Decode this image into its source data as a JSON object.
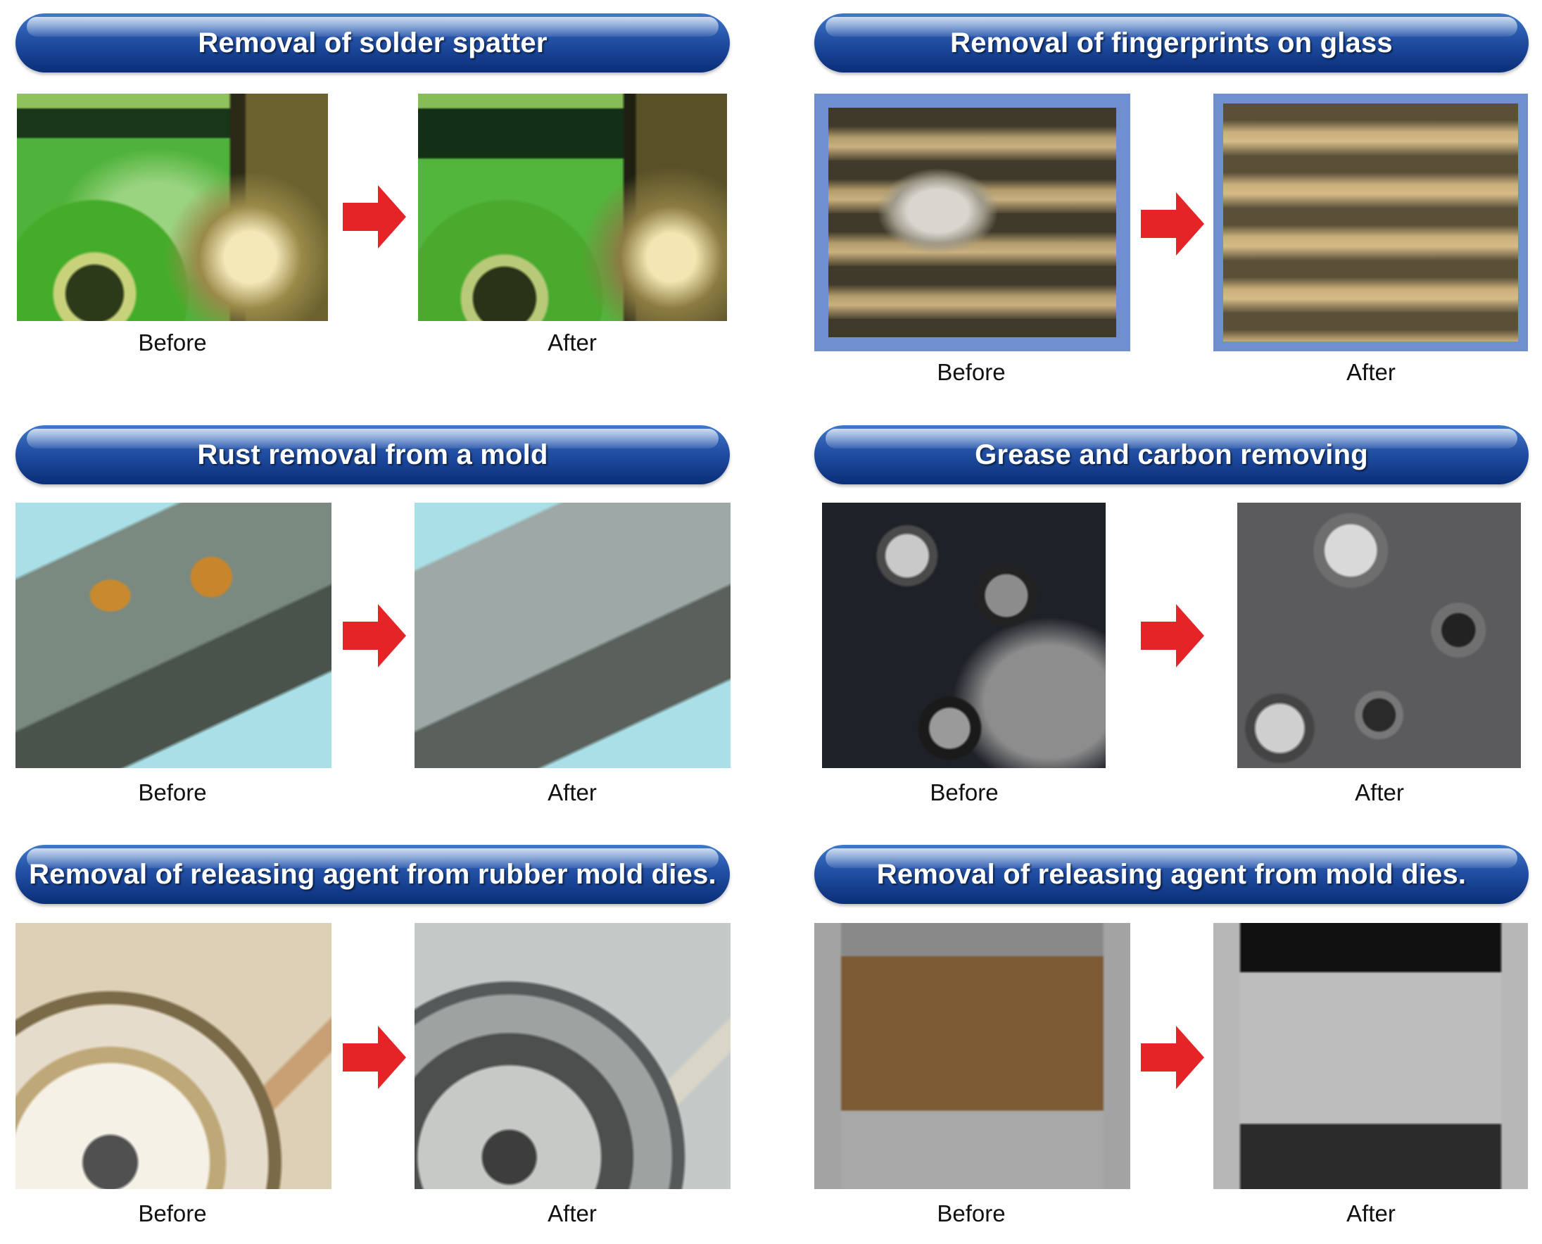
{
  "panels": [
    {
      "title": "Removal of solder spatter",
      "before_label": "Before",
      "after_label": "After"
    },
    {
      "title": "Removal of fingerprints on glass",
      "before_label": "Before",
      "after_label": "After"
    },
    {
      "title": "Rust removal from a mold",
      "before_label": "Before",
      "after_label": "After"
    },
    {
      "title": "Grease and carbon removing",
      "before_label": "Before",
      "after_label": "After"
    },
    {
      "title": "Removal of releasing agent from rubber mold dies.",
      "before_label": "Before",
      "after_label": "After"
    },
    {
      "title": "Removal of releasing agent from mold dies.",
      "before_label": "Before",
      "after_label": "After"
    }
  ],
  "colors": {
    "banner": "#1f4fa6",
    "arrow": "#e52427",
    "caption_text": "#111111"
  },
  "icons": {
    "arrow": "arrow-right-icon"
  }
}
